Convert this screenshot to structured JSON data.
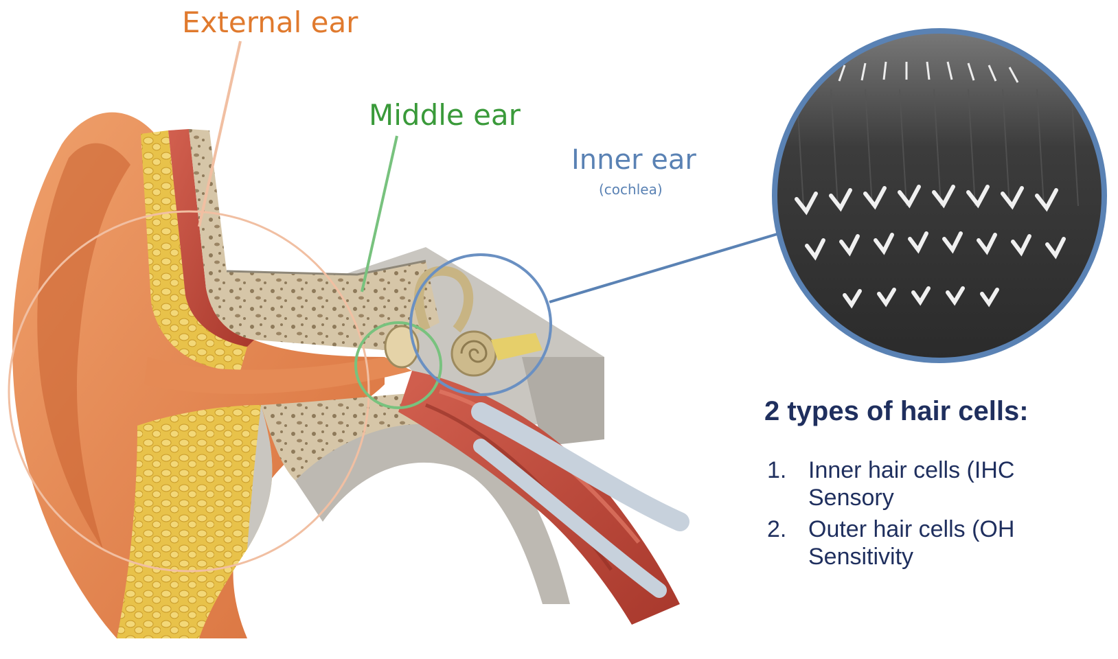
{
  "labels": {
    "external_ear": "External ear",
    "middle_ear": "Middle ear",
    "inner_ear": "Inner ear",
    "inner_ear_sub": "(cochlea)"
  },
  "hair_cells": {
    "title": "2 types of hair cells:",
    "items": [
      {
        "number": "1.",
        "name": "Inner hair cells (IHC",
        "role": "Sensory"
      },
      {
        "number": "2.",
        "name": "Outer hair cells (OH",
        "role": "Sensitivity"
      }
    ]
  },
  "colors": {
    "external_ear": "#E07A2E",
    "middle_ear": "#3A9A3A",
    "inner_ear": "#5A82B4",
    "text_dark": "#1F2F5E",
    "skin": "#E58A55",
    "bone": "#D9C9AE",
    "muscle": "#C0483A",
    "fat": "#E9C84A"
  }
}
